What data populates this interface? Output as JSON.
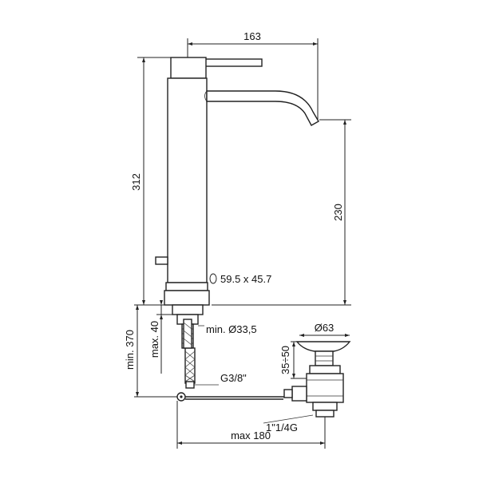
{
  "dimensions": {
    "top_width": "163",
    "total_height": "312",
    "spout_height": "230",
    "base_size": "59.5 x 45.7",
    "min_370": "min. 370",
    "max_40": "max. 40",
    "hole_min": "min. Ø33,5",
    "waste_diameter": "Ø63",
    "waste_height": "35÷50",
    "connection": "G3/8\"",
    "waste_thread": "1\"1/4G",
    "max_180": "max 180"
  },
  "colors": {
    "line": "#222222",
    "background": "#ffffff"
  }
}
